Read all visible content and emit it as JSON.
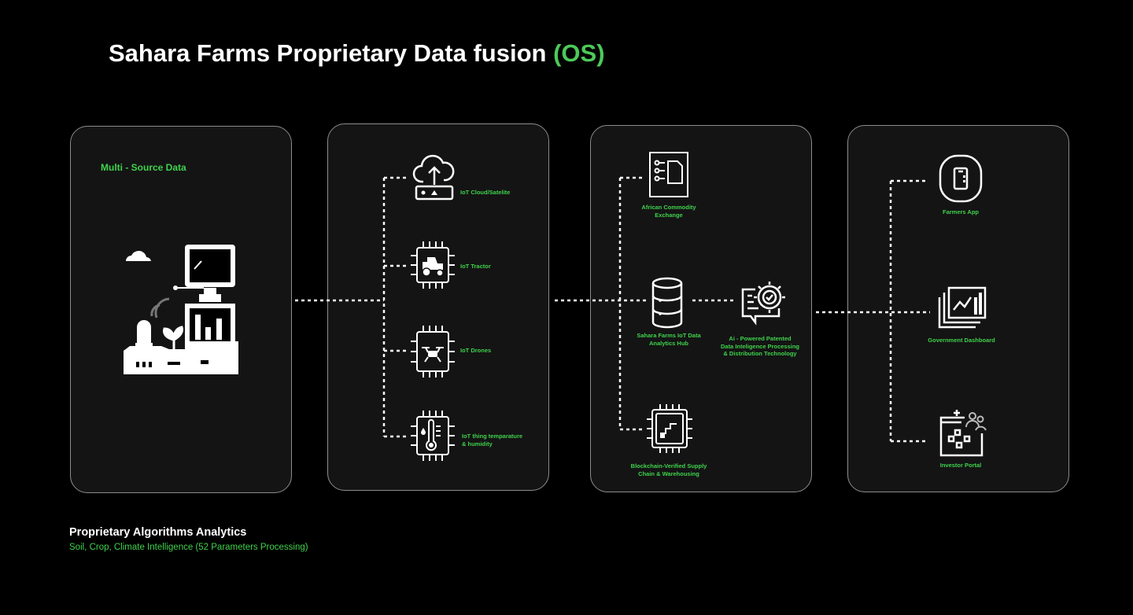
{
  "title": {
    "main": "Sahara Farms Proprietary Data fusion",
    "accent": "(OS)"
  },
  "panel1": {
    "heading": "Multi - Source Data"
  },
  "panel2": {
    "items": [
      {
        "label": "IoT Cloud/Satelite",
        "icon": "cloud-upload-icon"
      },
      {
        "label": "IoT Tractor",
        "icon": "tractor-chip-icon"
      },
      {
        "label": "IoT Drones",
        "icon": "drone-chip-icon"
      },
      {
        "label_line1": "IoT thing temparature",
        "label_line2": "& humidity",
        "icon": "thermometer-chip-icon"
      }
    ]
  },
  "panel3": {
    "exchange": {
      "line1": "African Commodity",
      "line2": "Exchange"
    },
    "hub": {
      "line1": "Sahara Farms IoT Data",
      "line2": "Analytics Hub"
    },
    "ai": {
      "line1": "Ai - Powered Patented",
      "line2": "Data Inteligence Processing",
      "line3": "& Distribution Technology"
    },
    "blockchain": {
      "line1": "Blockchain-Verified Supply",
      "line2": "Chain & Warehousing"
    }
  },
  "panel4": {
    "items": [
      {
        "label": "Farmers App",
        "icon": "mobile-app-icon"
      },
      {
        "label": "Government Dashboard",
        "icon": "dashboard-icon"
      },
      {
        "label": "Investor Portal",
        "icon": "investor-portal-icon"
      }
    ]
  },
  "footer": {
    "title": "Proprietary Algorithms Analytics",
    "subtitle": "Soil, Crop, Climate Intelligence (52 Parameters Processing)"
  },
  "colors": {
    "accent": "#3fd24c",
    "panel_bg": "#141414",
    "panel_border": "#8d8d8d",
    "background": "#000000"
  }
}
